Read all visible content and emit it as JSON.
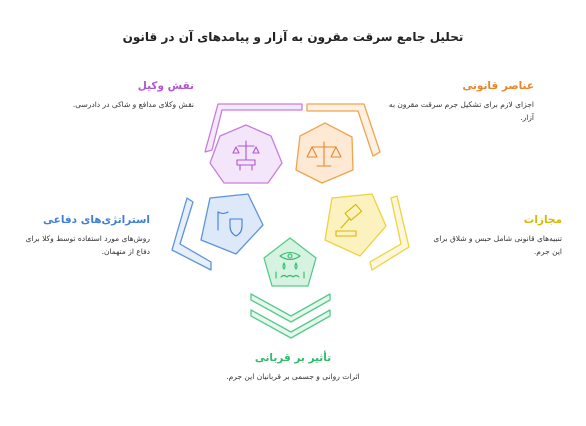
{
  "title": "تحلیل جامع سرقت مقرون به آزار و پیامدهای آن در قانون",
  "sections": {
    "legal_elements": {
      "heading": "عناصر قانونی",
      "desc": "اجزای لازم برای تشکیل جرم سرقت مقرون به آزار.",
      "color": "#f0a350",
      "icon": "scales-icon"
    },
    "lawyer_role": {
      "heading": "نقش وکیل",
      "desc": "نقش وکلای مدافع و شاکی در دادرسی.",
      "color": "#c77dde",
      "icon": "lectern-scales-icon"
    },
    "penalties": {
      "heading": "مجازات",
      "desc": "تنبیه‌های قانونی شامل حبس و شلاق برای این جرم.",
      "color": "#eed23e",
      "icon": "gavel-icon"
    },
    "defense_strategies": {
      "heading": "استراتژی‌های دفاعی",
      "desc": "روش‌های مورد استفاده توسط وکلا برای دفاع از متهمان.",
      "color": "#5c93dd",
      "icon": "strategy-shield-icon"
    },
    "victim_impact": {
      "heading": "تأثیر بر قربانی",
      "desc": "اثرات روانی و جسمی بر قربانیان این جرم.",
      "color": "#56c98a",
      "icon": "crying-face-icon"
    }
  }
}
